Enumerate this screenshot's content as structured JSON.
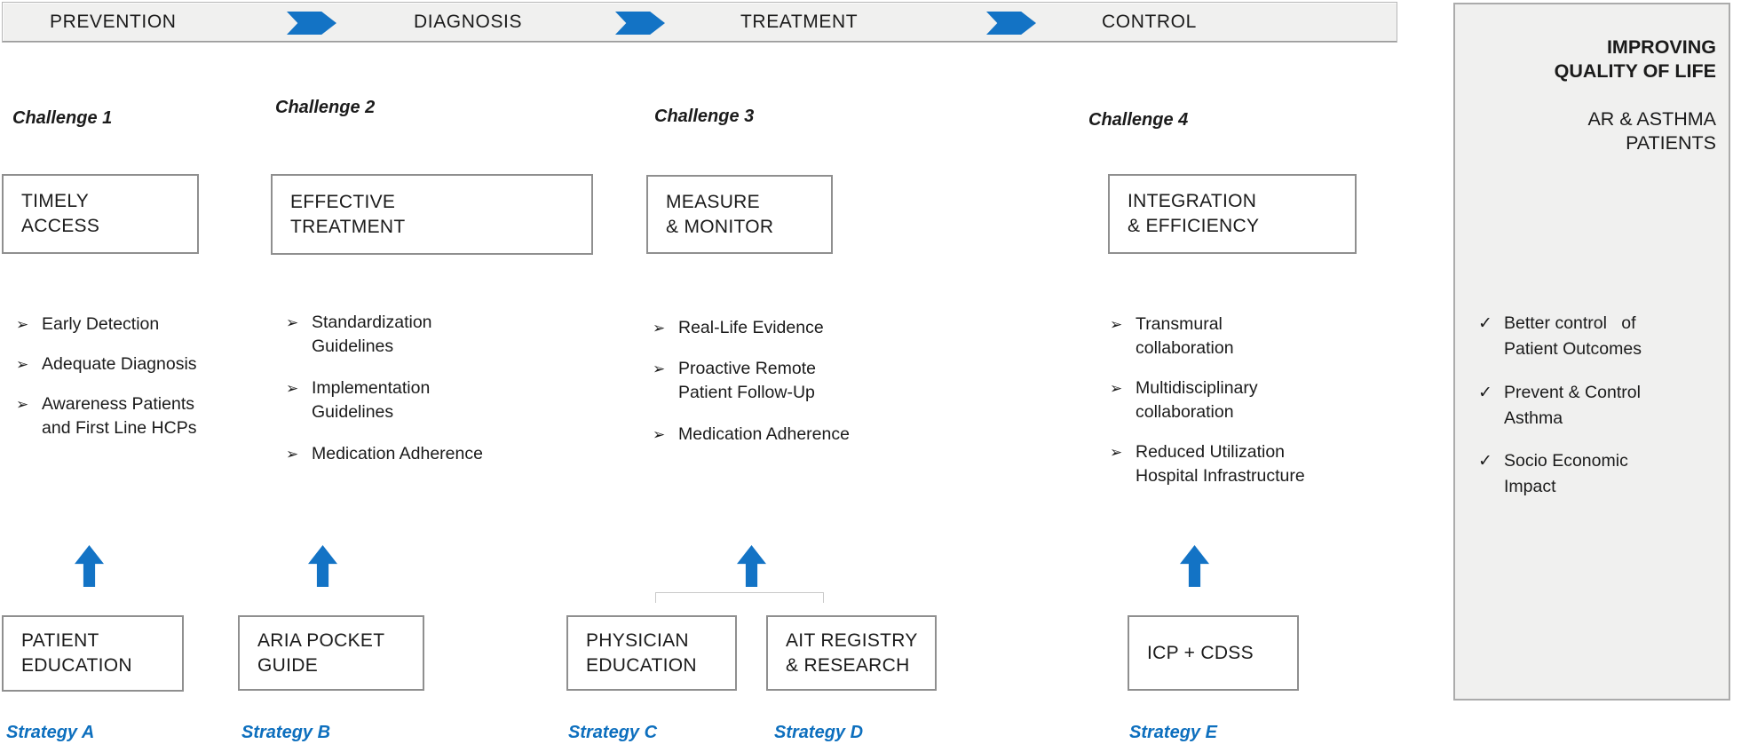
{
  "colors": {
    "accent": "#1373C5",
    "accent-dark": "#0D6FBE",
    "panel-bg": "#F0F0EF",
    "box-border": "#8F8F8F"
  },
  "icons": {
    "bullet": "➢",
    "check": "✓"
  },
  "pipeline": {
    "stages": [
      "PREVENTION",
      "DIAGNOSIS",
      "TREATMENT",
      "CONTROL"
    ]
  },
  "columns": [
    {
      "challenge_label": "Challenge 1",
      "box_title": "TIMELY\nACCESS",
      "bullets": [
        "Early Detection",
        "Adequate Diagnosis",
        "Awareness Patients\nand First Line HCPs"
      ]
    },
    {
      "challenge_label": "Challenge 2",
      "box_title": "EFFECTIVE\nTREATMENT",
      "bullets": [
        "Standardization\nGuidelines",
        "Implementation\nGuidelines",
        "Medication Adherence"
      ]
    },
    {
      "challenge_label": "Challenge 3",
      "box_title": "MEASURE\n& MONITOR",
      "bullets": [
        "Real-Life Evidence",
        "Proactive Remote\nPatient Follow-Up",
        "Medication Adherence"
      ]
    },
    {
      "challenge_label": "Challenge 4",
      "box_title": "INTEGRATION\n& EFFICIENCY",
      "bullets": [
        "Transmural\ncollaboration",
        "Multidisciplinary\ncollaboration",
        "Reduced Utilization\nHospital Infrastructure"
      ]
    }
  ],
  "strategies": [
    {
      "label": "Strategy A",
      "box_title": "PATIENT\nEDUCATION"
    },
    {
      "label": "Strategy B",
      "box_title": "ARIA POCKET\nGUIDE"
    },
    {
      "label": "Strategy C",
      "box_title": "PHYSICIAN\nEDUCATION"
    },
    {
      "label": "Strategy D",
      "box_title": "AIT REGISTRY\n& RESEARCH"
    },
    {
      "label": "Strategy E",
      "box_title": "ICP + CDSS"
    }
  ],
  "outcome_panel": {
    "title_bold": "IMPROVING\nQUALITY OF LIFE",
    "title_regular": "AR & ASTHMA\nPATIENTS",
    "benefits": [
      "Better control   of\nPatient Outcomes",
      "Prevent & Control\nAsthma",
      "Socio Economic\nImpact"
    ]
  }
}
